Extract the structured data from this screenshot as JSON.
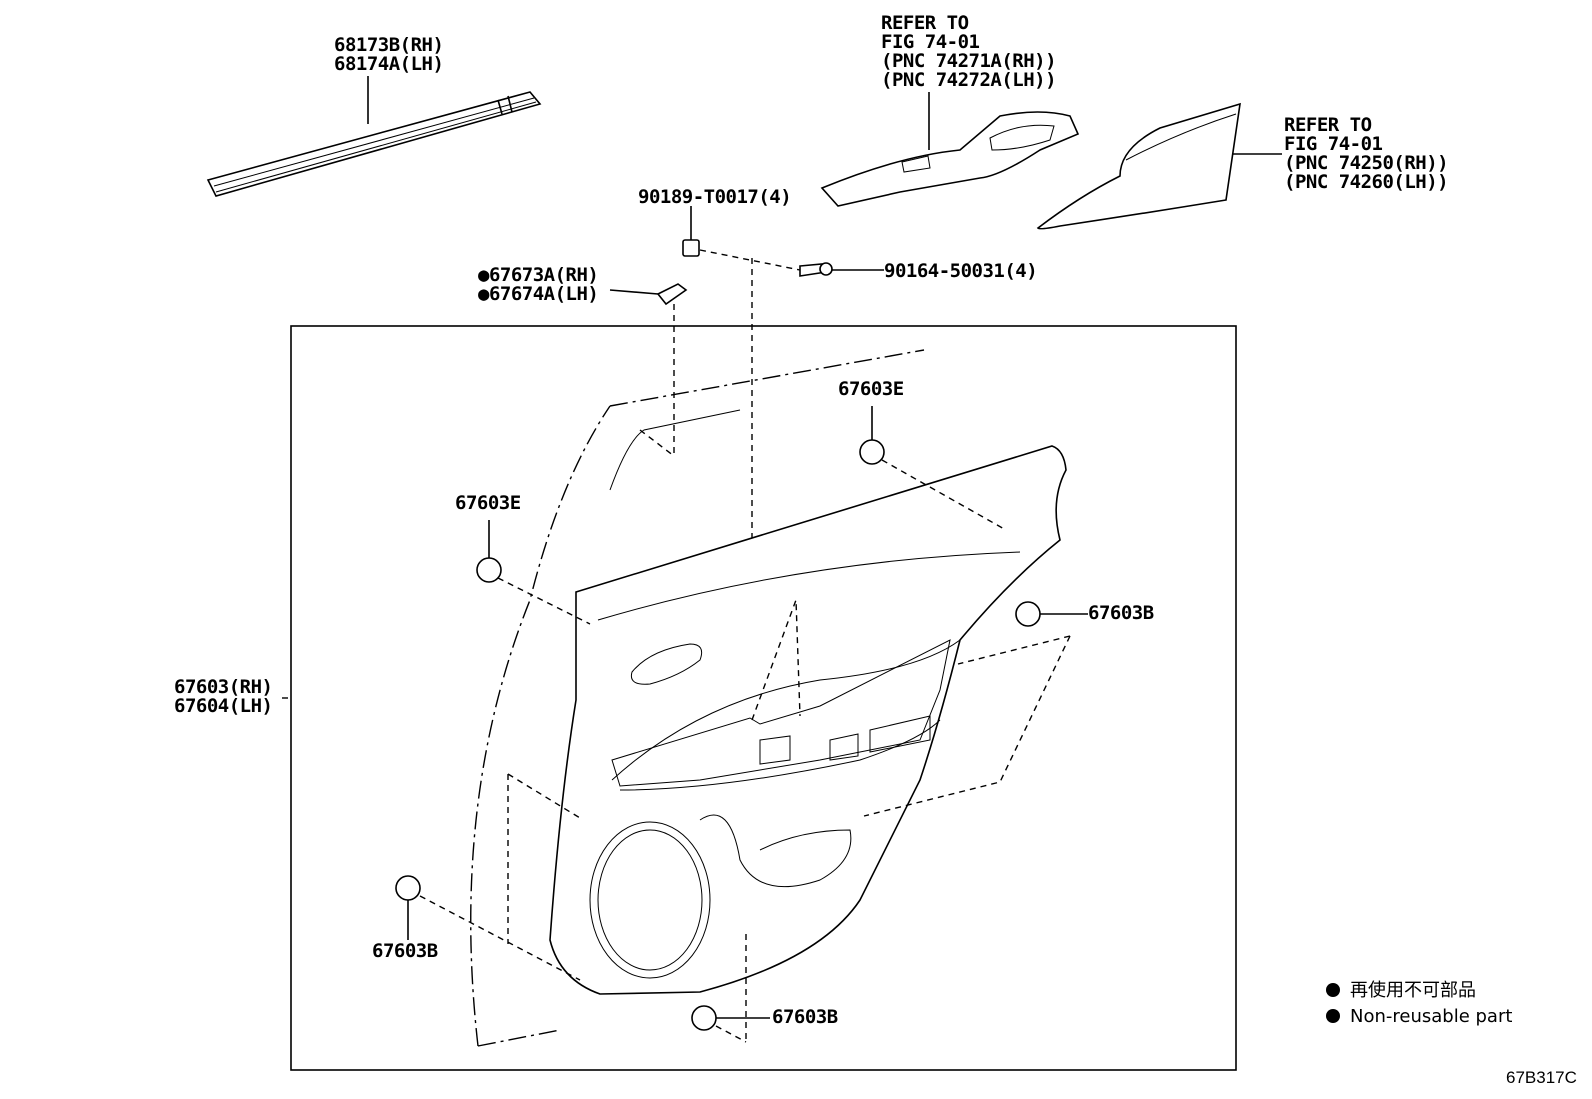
{
  "labels": {
    "belt_molding": [
      "68173B(RH)",
      "68174A(LH)"
    ],
    "switch_base_ref": [
      "REFER TO",
      "FIG 74-01",
      "(PNC 74271A(RH))",
      "(PNC 74272A(LH))"
    ],
    "armrest_ref": [
      "REFER TO",
      "FIG 74-01",
      "(PNC 74250(RH))",
      "(PNC 74260(LH))"
    ],
    "nut": "90189-T0017(4)",
    "screw": "90164-50031(4)",
    "bracket_rh": "67673A(RH)",
    "bracket_lh": "67674A(LH)",
    "clip_e_top": "67603E",
    "clip_e_left": "67603E",
    "clip_b_right": "67603B",
    "clip_b_left": "67603B",
    "clip_b_bottom": "67603B",
    "panel": [
      "67603(RH)",
      "67604(LH)"
    ]
  },
  "legend": {
    "japanese": "再使用不可部品",
    "english": "Non-reusable part"
  },
  "diagram_code": "67B317C"
}
